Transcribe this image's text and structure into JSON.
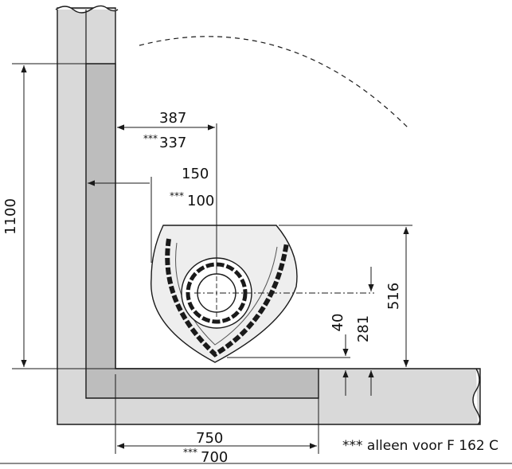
{
  "colors": {
    "wall": "#d9d9d9",
    "insulation": "#bdbdbd",
    "line": "#1a1a1a",
    "background": "#ffffff"
  },
  "dimensions": {
    "height_total": "1100",
    "stove_depth": "516",
    "side_clear": "387",
    "side_clear_alt": "337",
    "back_clear": "150",
    "back_clear_alt": "100",
    "floor_h1": "40",
    "floor_h2": "281",
    "width": "750",
    "width_alt": "700"
  },
  "asterisks": "***",
  "footnote": "*** alleen voor F 162 C"
}
